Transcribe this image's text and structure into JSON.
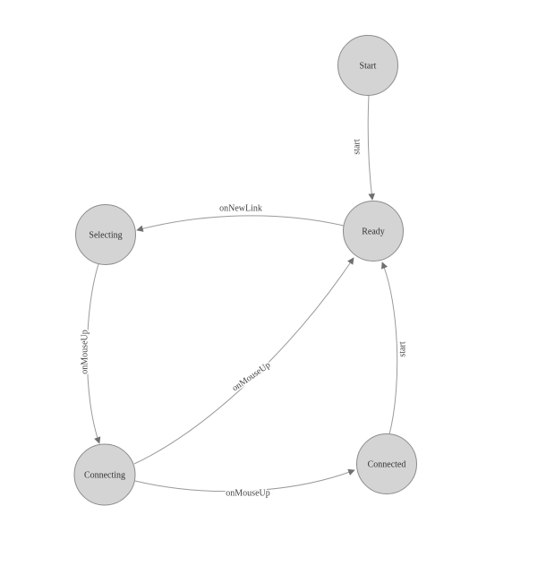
{
  "diagram": {
    "type": "state-machine",
    "colors": {
      "node_fill": "#d4d4d4",
      "node_stroke": "#8c8c8c",
      "edge_line": "#9a9a9a",
      "arrowhead": "#6f6f6f",
      "label_text": "#454545",
      "background": "#ffffff"
    },
    "nodes": {
      "start": {
        "label": "Start"
      },
      "ready": {
        "label": "Ready"
      },
      "selecting": {
        "label": "Selecting"
      },
      "connecting": {
        "label": "Connecting"
      },
      "connected": {
        "label": "Connected"
      }
    },
    "edges": {
      "start_ready": {
        "from": "Start",
        "to": "Ready",
        "label": "start"
      },
      "ready_selecting": {
        "from": "Ready",
        "to": "Selecting",
        "label": "onNewLink"
      },
      "selecting_connecting": {
        "from": "Selecting",
        "to": "Connecting",
        "label": "onMouseUp"
      },
      "connecting_ready": {
        "from": "Connecting",
        "to": "Ready",
        "label": "onMouseUp"
      },
      "connecting_connected": {
        "from": "Connecting",
        "to": "Connected",
        "label": "onMouseUp"
      },
      "connected_ready": {
        "from": "Connected",
        "to": "Ready",
        "label": "start"
      }
    }
  }
}
